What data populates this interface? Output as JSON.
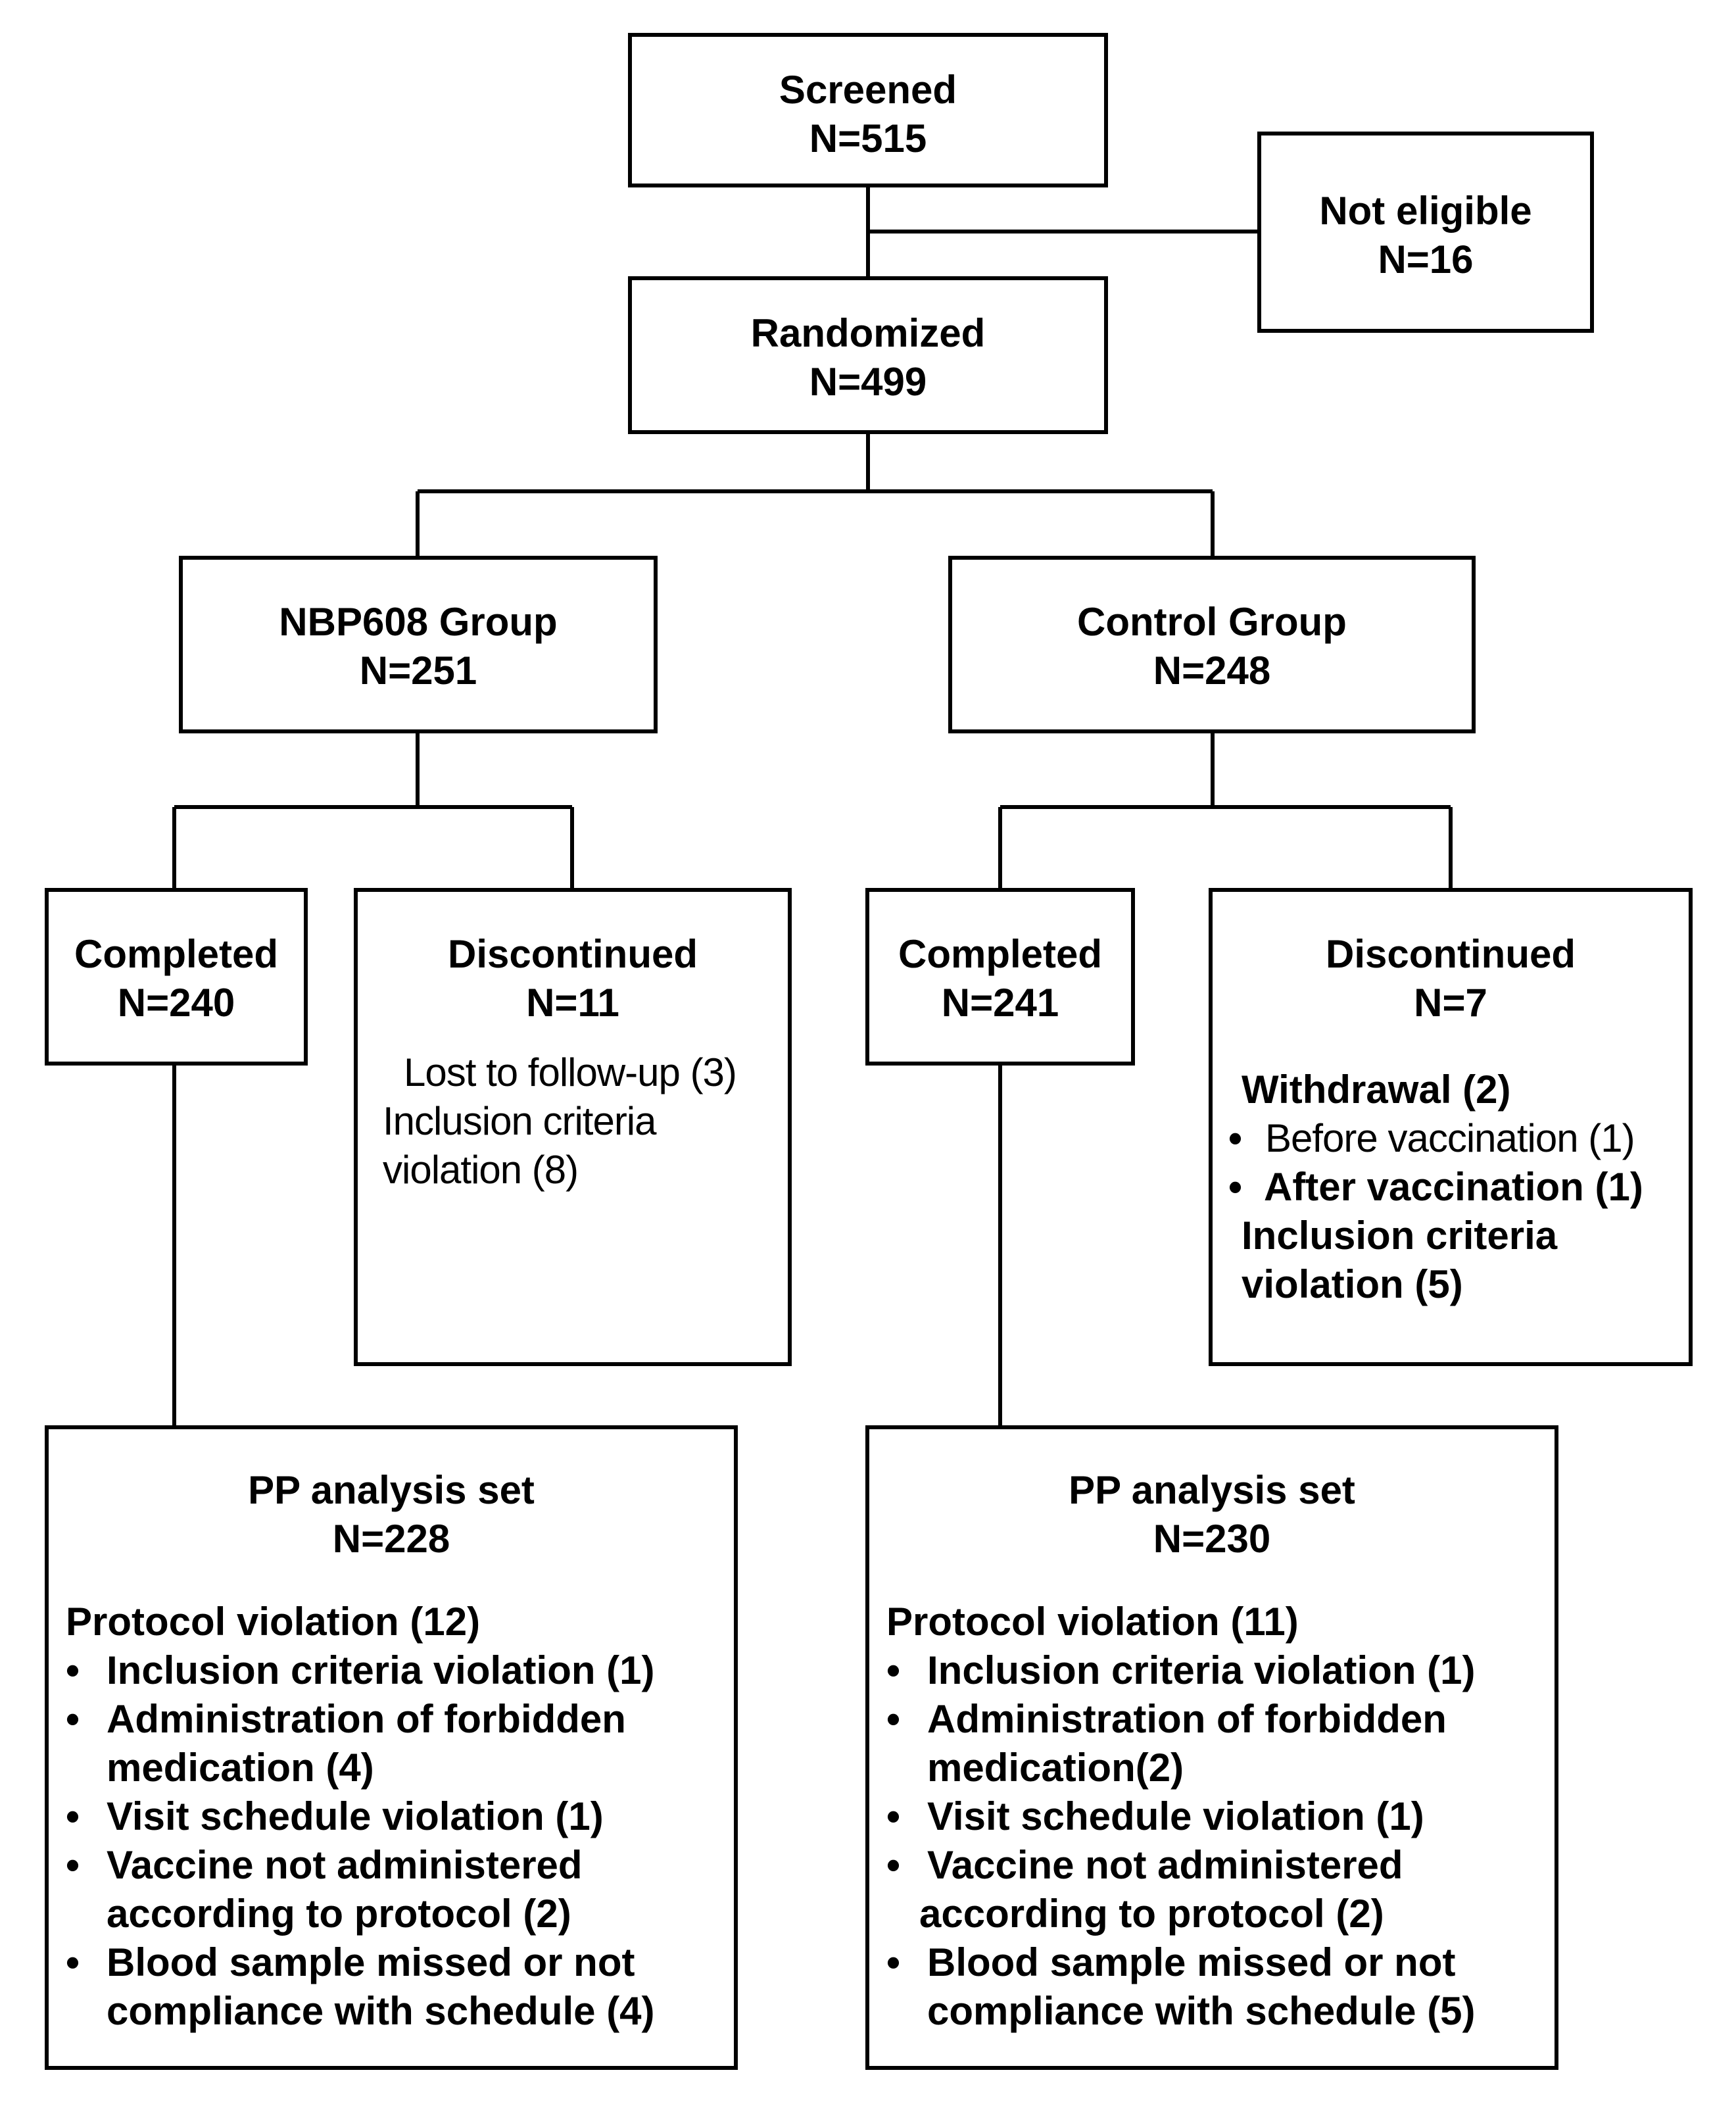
{
  "screened": {
    "title": "Screened",
    "n": "N=515"
  },
  "not_eligible": {
    "title": "Not eligible",
    "n": "N=16"
  },
  "randomized": {
    "title": "Randomized",
    "n": "N=499"
  },
  "nbp608_group": {
    "title": "NBP608 Group",
    "n": "N=251"
  },
  "control_group": {
    "title": "Control Group",
    "n": "N=248"
  },
  "nbp_completed": {
    "title": "Completed",
    "n": "N=240"
  },
  "nbp_discontinued": {
    "title": "Discontinued",
    "n": "N=11",
    "lines": [
      "Lost to follow-up (3)",
      "Inclusion criteria",
      "violation (8)"
    ]
  },
  "ctrl_completed": {
    "title": "Completed",
    "n": "N=241"
  },
  "ctrl_discontinued": {
    "title": "Discontinued",
    "n": "N=7",
    "heading": "Withdrawal (2)",
    "bullets": [
      "Before vaccination (1)",
      "After vaccination (1)"
    ],
    "lines": [
      "Inclusion criteria",
      "violation (5)"
    ]
  },
  "nbp_pp": {
    "title": "PP analysis set",
    "n": "N=228",
    "heading": "Protocol violation (12)",
    "items": [
      [
        "Inclusion criteria violation (1)"
      ],
      [
        "Administration of forbidden",
        "medication (4)"
      ],
      [
        "Visit schedule violation (1)"
      ],
      [
        "Vaccine not administered",
        "according to protocol (2)"
      ],
      [
        "Blood sample missed or not",
        "compliance with schedule (4)"
      ]
    ]
  },
  "ctrl_pp": {
    "title": "PP analysis set",
    "n": "N=230",
    "heading": "Protocol violation (11)",
    "items": [
      [
        "Inclusion criteria violation (1)"
      ],
      [
        "Administration of forbidden",
        "medication(2)"
      ],
      [
        "Visit schedule violation (1)"
      ],
      [
        "Vaccine not administered",
        "according to protocol (2)"
      ],
      [
        "Blood sample missed or not",
        "compliance with schedule (5)"
      ]
    ]
  },
  "bullet_char": "•"
}
